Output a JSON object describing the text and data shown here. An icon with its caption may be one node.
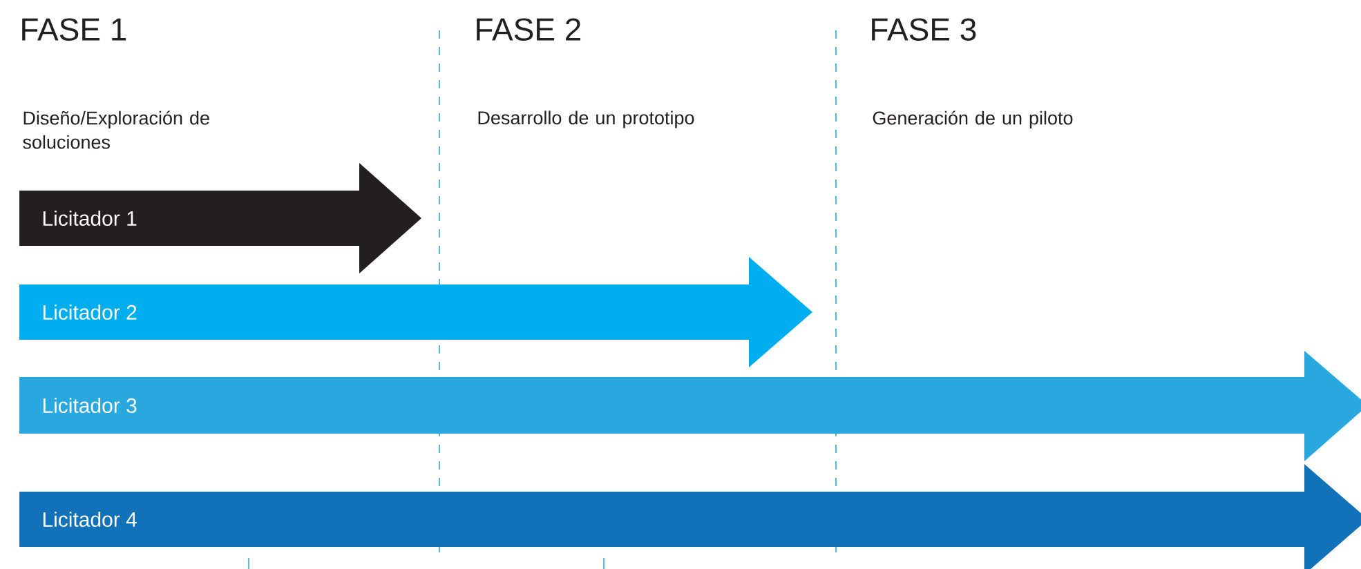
{
  "diagram": {
    "nodes": [
      {
        "text": [
          "Licitador 1"
        ]
      },
      {
        "text": [
          "Licitador 2"
        ]
      },
      {
        "text": [
          "Licitador 3"
        ]
      },
      {
        "text": [
          "Licitador 4"
        ]
      }
    ],
    "labels": [
      "FASE 1",
      "FASE 2",
      "FASE 3",
      "Diseño/Exploración de soluciones",
      "Desarrollo de un prototipo",
      "Generación de un piloto"
    ]
  }
}
